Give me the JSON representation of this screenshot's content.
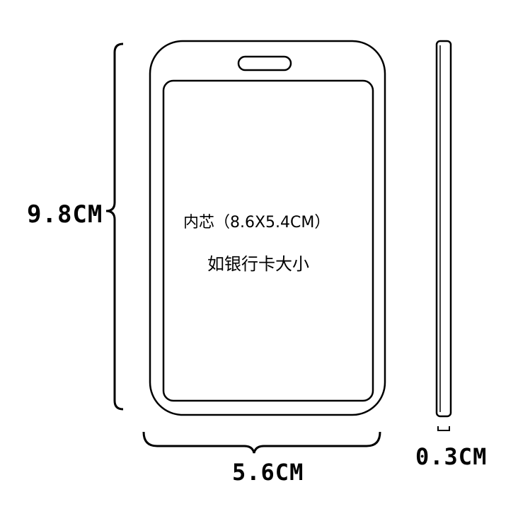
{
  "labels": {
    "height": "9.8CM",
    "width": "5.6CM",
    "thickness": "0.3CM",
    "insert_size": "内芯（8.6X5.4CM）",
    "insert_note": "如银行卡大小"
  },
  "colors": {
    "line": "#000000",
    "background": "#ffffff"
  }
}
